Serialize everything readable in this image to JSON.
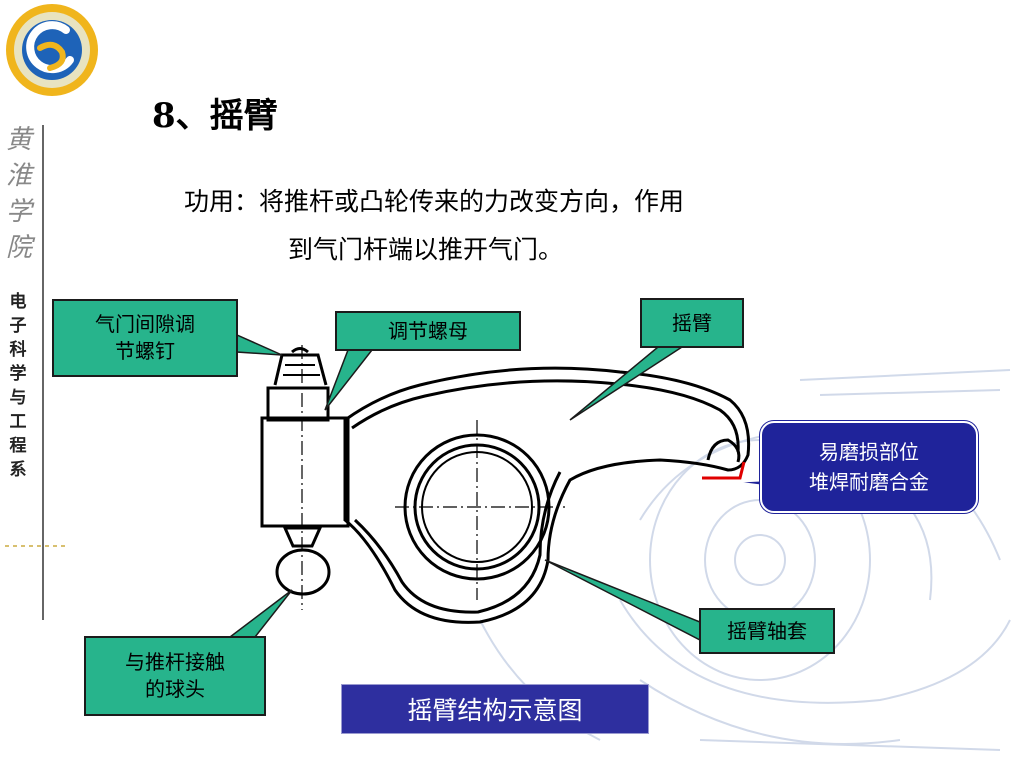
{
  "sidebar": {
    "school_name": "黄淮学院",
    "department": "电子科学与工程系"
  },
  "title": "8、摇臂",
  "description": {
    "line1": "功用：将推杆或凸轮传来的力改变方向，作用",
    "line2": "到气门杆端以推开气门。"
  },
  "callouts": {
    "valve_clearance_screw": [
      "气门间隙调",
      "节螺钉"
    ],
    "adjust_nut": "调节螺母",
    "rocker_arm": "摇臂",
    "ball_head": [
      "与推杆接触",
      "的球头"
    ],
    "bushing": "摇臂轴套",
    "wear_part": [
      "易磨损部位",
      "堆焊耐磨合金"
    ]
  },
  "caption": "摇臂结构示意图",
  "colors": {
    "callout_green": "#27b48c",
    "callout_navy": "#1f239a",
    "caption_blue": "#2e2f9f"
  }
}
